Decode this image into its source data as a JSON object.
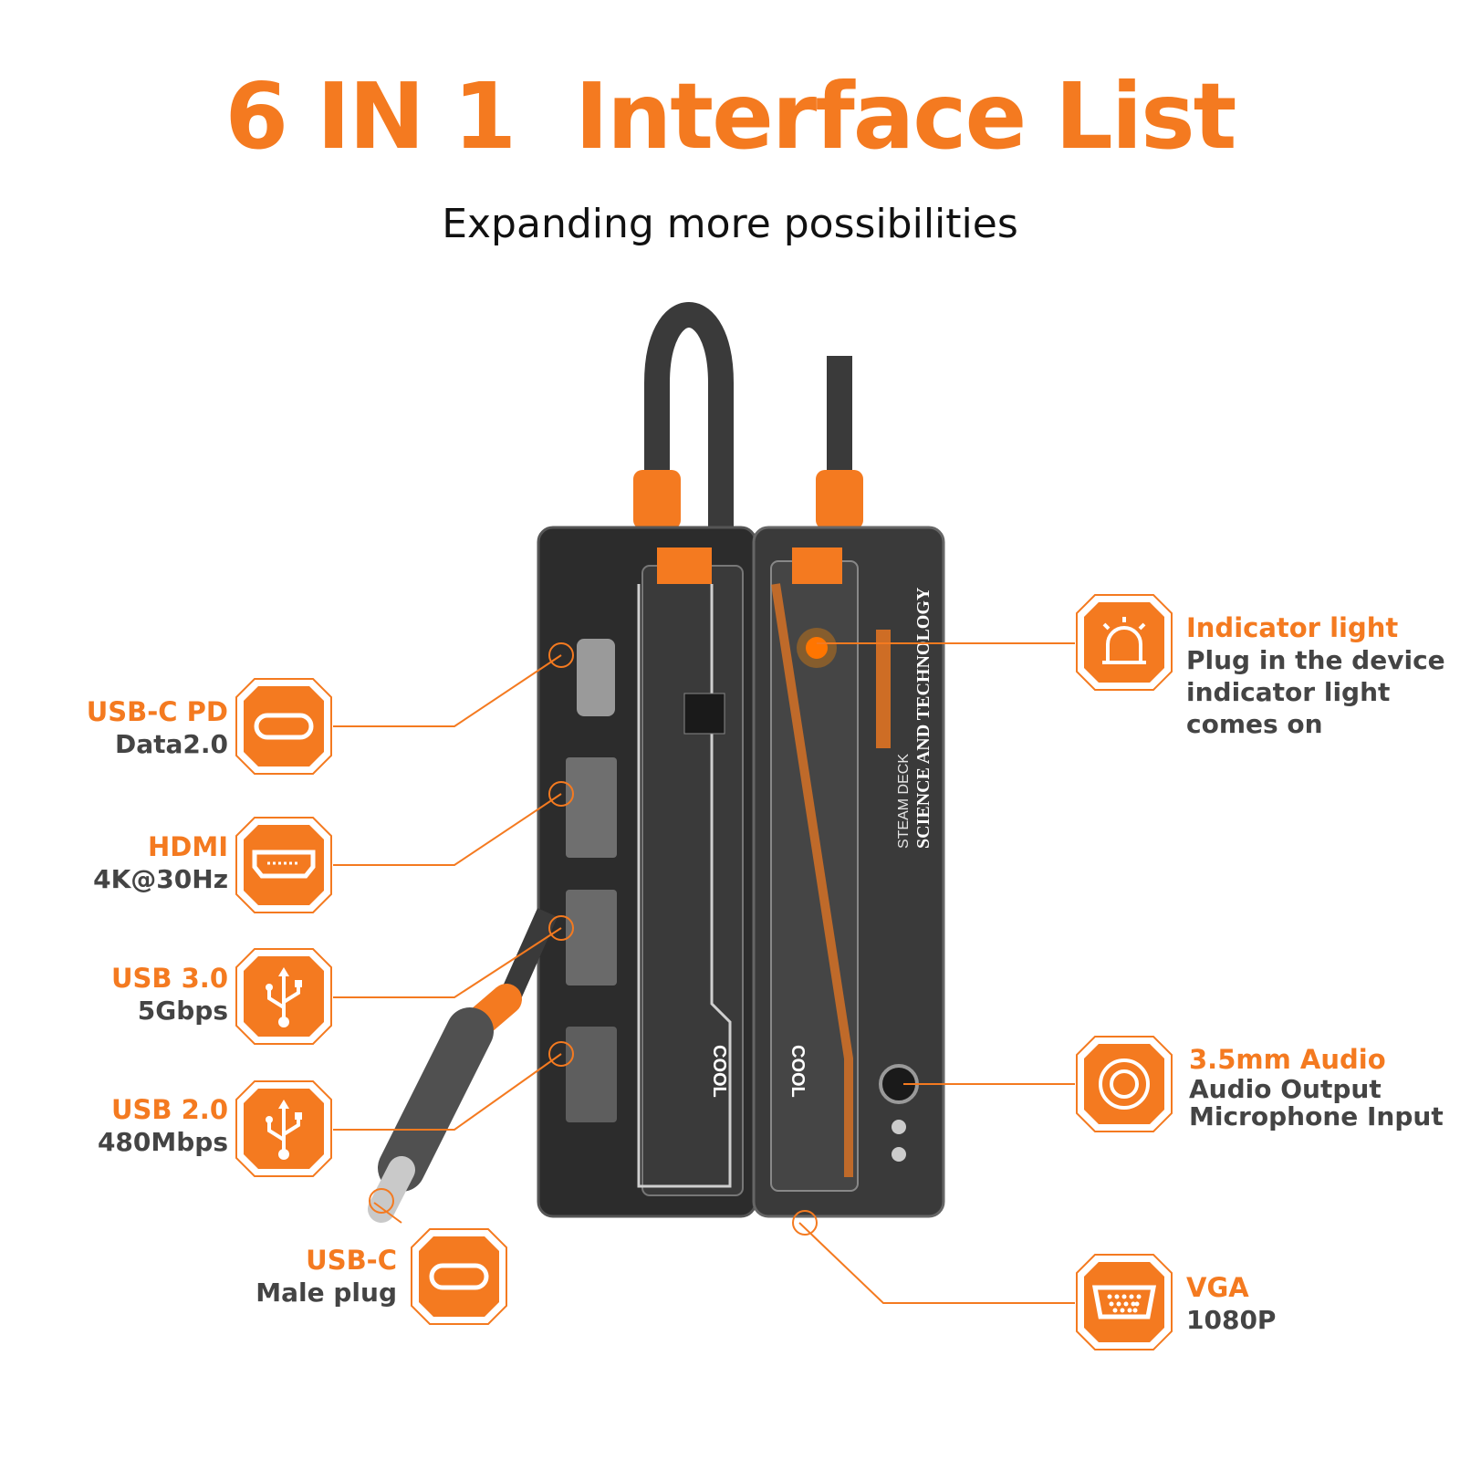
{
  "header": {
    "title": "6 IN 1  Interface List",
    "subtitle": "Expanding more possibilities"
  },
  "colors": {
    "accent": "#f47a20",
    "text_dark": "#444444",
    "device_body": "#2b2b2b"
  },
  "device": {
    "print_1": "STEAM DECK",
    "print_2": "SCIENCE AND TECHNOLOGY",
    "print_3": "COOL",
    "print_4": "COOL"
  },
  "ports": [
    {
      "title": "USB-C PD",
      "desc": "Data2.0",
      "icon": "usb-c-icon"
    },
    {
      "title": "HDMI",
      "desc": "4K@30Hz",
      "icon": "hdmi-icon"
    },
    {
      "title": "USB 3.0",
      "desc": "5Gbps",
      "icon": "usb-icon"
    },
    {
      "title": "USB 2.0",
      "desc": "480Mbps",
      "icon": "usb-icon"
    },
    {
      "title": "USB-C",
      "desc": "Male plug",
      "icon": "usb-c-icon"
    },
    {
      "title": "Indicator light",
      "desc_lines": [
        "Plug in the device",
        "indicator light",
        "comes on"
      ],
      "icon": "siren-light-icon"
    },
    {
      "title": "3.5mm Audio",
      "desc_lines": [
        "Audio Output",
        "Microphone Input"
      ],
      "icon": "audio-jack-icon"
    },
    {
      "title": "VGA",
      "desc": "1080P",
      "icon": "vga-icon"
    }
  ]
}
